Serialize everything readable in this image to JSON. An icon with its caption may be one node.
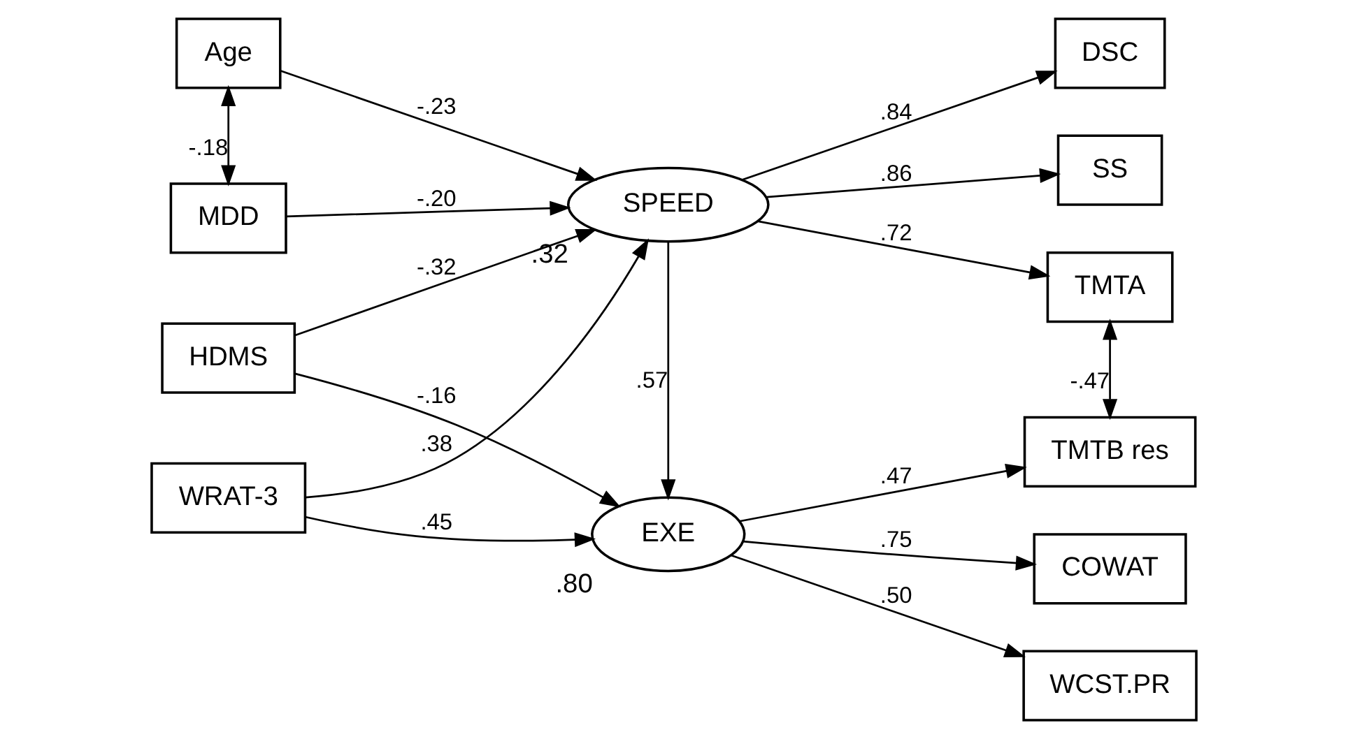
{
  "diagram": {
    "nodes": [
      {
        "text": [
          "Age"
        ]
      },
      {
        "text": [
          "HDMS"
        ]
      },
      {
        "text": [
          "WRAT-3"
        ]
      },
      {
        "text": [
          "MDD"
        ]
      },
      {
        "text": [
          "SPEED"
        ],
        "beside": [
          ".32"
        ]
      },
      {
        "text": [
          "EXE"
        ],
        "beside": [
          ".80"
        ]
      },
      {
        "text": [
          "DSC"
        ]
      },
      {
        "text": [
          "SS"
        ]
      },
      {
        "text": [
          "TMTA"
        ]
      },
      {
        "text": [
          "COWAT"
        ]
      },
      {
        "text": [
          "WCST.PR"
        ]
      },
      {
        "text": [
          "TMTB res"
        ]
      }
    ],
    "edges": [
      {
        "from": 0,
        "to": 4,
        "arrow": "to",
        "label": "-.23"
      },
      {
        "from": 1,
        "to": 4,
        "arrow": "to",
        "label": "-.32"
      },
      {
        "from": 2,
        "to": 4,
        "arrow": "to",
        "label": ".38"
      },
      {
        "from": 3,
        "to": 4,
        "arrow": "to",
        "label": "-.20"
      },
      {
        "from": 1,
        "to": 5,
        "arrow": "to",
        "label": "-.16"
      },
      {
        "from": 2,
        "to": 5,
        "arrow": "to",
        "label": ".45"
      },
      {
        "from": 4,
        "to": 5,
        "arrow": "to",
        "label": ".57"
      },
      {
        "from": 4,
        "to": 6,
        "arrow": "to",
        "label": ".84"
      },
      {
        "from": 4,
        "to": 7,
        "arrow": "to",
        "label": ".86"
      },
      {
        "from": 4,
        "to": 8,
        "arrow": "to",
        "label": ".72"
      },
      {
        "from": 5,
        "to": 9,
        "arrow": "to",
        "label": ".75"
      },
      {
        "from": 5,
        "to": 10,
        "arrow": "to",
        "label": ".50"
      },
      {
        "from": 5,
        "to": 11,
        "arrow": "to",
        "label": ".47"
      },
      {
        "from": 0,
        "to": 3,
        "arrow": "both",
        "label": "-.18"
      },
      {
        "from": 8,
        "to": 11,
        "arrow": "both",
        "label": "-.47"
      }
    ]
  }
}
